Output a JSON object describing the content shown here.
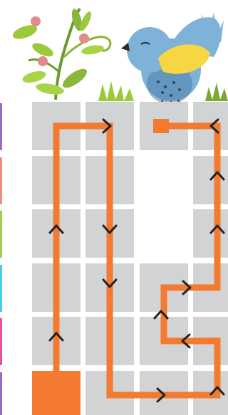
{
  "scene": {
    "decorations": [
      "flower-plant",
      "grass-tuft",
      "bird",
      "grass-tuft"
    ]
  },
  "board": {
    "rows": 6,
    "columns": 4,
    "missing_tiles": [
      [
        1,
        2
      ],
      [
        2,
        2
      ]
    ],
    "row_markers": [
      {
        "row": 0,
        "color": "#9b6bc8"
      },
      {
        "row": 1,
        "color": "#f28c7b"
      },
      {
        "row": 2,
        "color": "#9ad24b"
      },
      {
        "row": 3,
        "color": "#4cc9f0"
      },
      {
        "row": 4,
        "color": "#e84fa7"
      },
      {
        "row": 5,
        "color": "#9b6bc8"
      }
    ]
  },
  "path": {
    "color": "#f37a2e",
    "start_cell": [
      5,
      0
    ],
    "end_cell": [
      0,
      2
    ],
    "route": [
      [
        5,
        0
      ],
      [
        4,
        0
      ],
      [
        3,
        0
      ],
      [
        2,
        0
      ],
      [
        1,
        0
      ],
      [
        0,
        0
      ],
      [
        0,
        1
      ],
      [
        1,
        1
      ],
      [
        2,
        1
      ],
      [
        3,
        1
      ],
      [
        4,
        1
      ],
      [
        5,
        1
      ],
      [
        5,
        2
      ],
      [
        5,
        3
      ],
      [
        4,
        3
      ],
      [
        4,
        2
      ],
      [
        3,
        2
      ],
      [
        3,
        3
      ],
      [
        2,
        3
      ],
      [
        1,
        3
      ],
      [
        0,
        3
      ],
      [
        0,
        2
      ]
    ],
    "arrows": [
      {
        "cell": [
          4,
          0
        ],
        "direction": "up"
      },
      {
        "cell": [
          2,
          0
        ],
        "direction": "up"
      },
      {
        "cell": [
          0,
          1
        ],
        "direction": "right"
      },
      {
        "cell": [
          2,
          1
        ],
        "direction": "down"
      },
      {
        "cell": [
          3,
          1
        ],
        "direction": "down"
      },
      {
        "cell": [
          5,
          2
        ],
        "direction": "right"
      },
      {
        "cell": [
          5,
          3
        ],
        "direction": "up"
      },
      {
        "cell": [
          4,
          2
        ],
        "direction": "left"
      },
      {
        "cell": [
          4,
          2
        ],
        "direction": "up"
      },
      {
        "cell": [
          3,
          2
        ],
        "direction": "right"
      },
      {
        "cell": [
          2,
          3
        ],
        "direction": "up"
      },
      {
        "cell": [
          1,
          3
        ],
        "direction": "up"
      },
      {
        "cell": [
          0,
          3
        ],
        "direction": "left"
      }
    ]
  },
  "colors": {
    "tile": "#d2d3d5",
    "arrow": "#222222",
    "bird_body": "#7fb2d9",
    "bird_wing": "#f6d743",
    "leaf": "#9cc93c",
    "berry": "#e58a8a"
  }
}
